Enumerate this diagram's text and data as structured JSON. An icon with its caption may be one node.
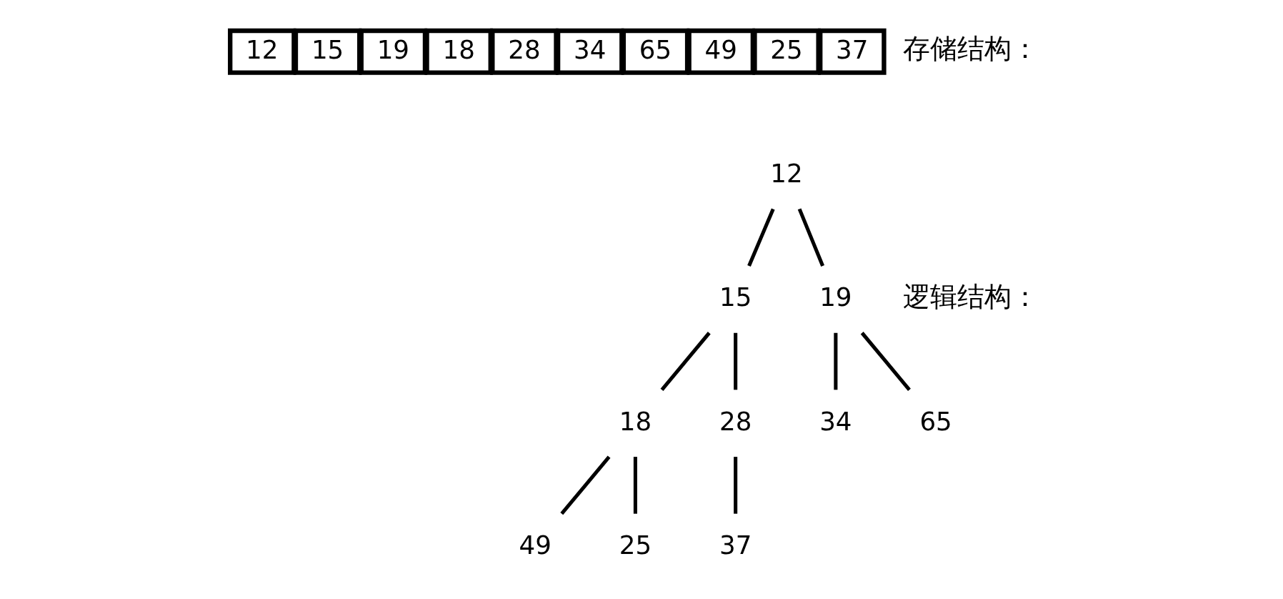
{
  "diagram": {
    "nodes": [
      {
        "text": [
          "12"
        ]
      },
      {
        "text": [
          "15"
        ]
      },
      {
        "text": [
          "19"
        ]
      },
      {
        "text": [
          "18"
        ]
      },
      {
        "text": [
          "28"
        ]
      },
      {
        "text": [
          "34"
        ]
      },
      {
        "text": [
          "65"
        ]
      },
      {
        "text": [
          "49"
        ]
      },
      {
        "text": [
          "25"
        ]
      },
      {
        "text": [
          "37"
        ]
      },
      {
        "text": [
          "12"
        ]
      },
      {
        "text": [
          "15"
        ]
      },
      {
        "text": [
          "19"
        ]
      },
      {
        "text": [
          "18"
        ]
      },
      {
        "text": [
          "28"
        ]
      },
      {
        "text": [
          "34"
        ]
      },
      {
        "text": [
          "65"
        ]
      },
      {
        "text": [
          "49"
        ]
      },
      {
        "text": [
          "25"
        ]
      },
      {
        "text": [
          "37"
        ]
      }
    ],
    "edges": [
      {
        "from": 10,
        "to": 11,
        "arrow": "none"
      },
      {
        "from": 10,
        "to": 12,
        "arrow": "none"
      },
      {
        "from": 11,
        "to": 13,
        "arrow": "none"
      },
      {
        "from": 11,
        "to": 14,
        "arrow": "none"
      },
      {
        "from": 12,
        "to": 15,
        "arrow": "none"
      },
      {
        "from": 12,
        "to": 16,
        "arrow": "none"
      },
      {
        "from": 13,
        "to": 17,
        "arrow": "none"
      },
      {
        "from": 13,
        "to": 18,
        "arrow": "none"
      },
      {
        "from": 14,
        "to": 19,
        "arrow": "none"
      }
    ],
    "labels": [
      "存储结构：",
      "逻辑结构："
    ]
  }
}
